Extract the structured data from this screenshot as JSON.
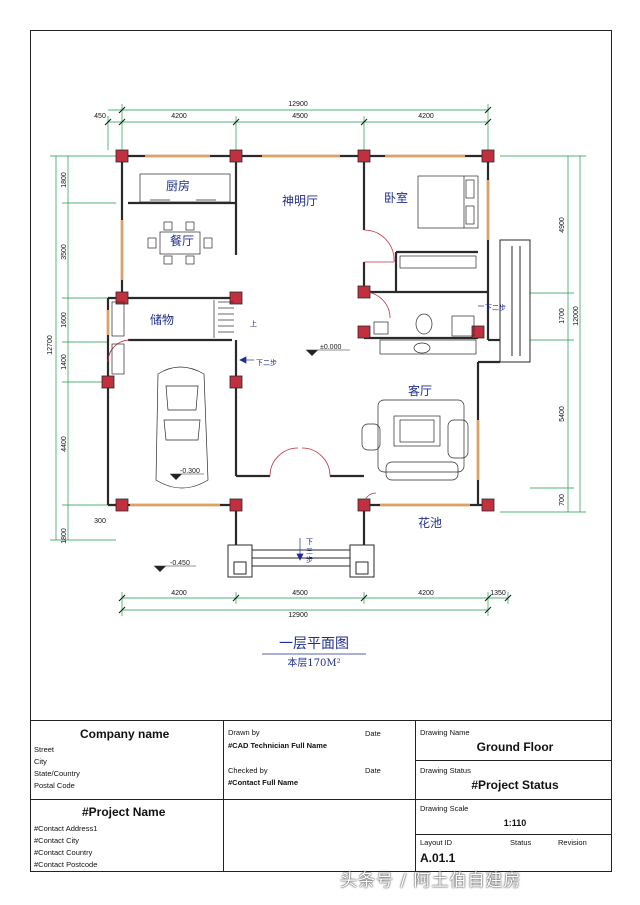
{
  "plan": {
    "dims_top": {
      "total": "12900",
      "left_offset": "450",
      "segments": [
        "4200",
        "4500",
        "4200"
      ]
    },
    "dims_bottom": {
      "segments": [
        "4200",
        "4500",
        "4200"
      ],
      "right_offset": "1350",
      "total": "12900"
    },
    "dims_left": {
      "total": "12700",
      "segments": [
        "1800",
        "3500",
        "1600",
        "1400",
        "4400",
        "1800"
      ],
      "offset": "300"
    },
    "dims_right": {
      "total": "12000",
      "segments": [
        "4900",
        "1700",
        "5400",
        "700"
      ]
    },
    "rooms": {
      "kitchen": "厨房",
      "dining": "餐厅",
      "shrine_hall": "神明厅",
      "bedroom": "卧室",
      "storage": "储物",
      "living": "客厅",
      "flower_bed": "花池"
    },
    "notes": {
      "up": "上",
      "down_two_steps_a": "下二步",
      "down_two_steps_b": "下二步",
      "down_three_steps_1": "下",
      "down_three_steps_2": "三",
      "down_three_steps_3": "步"
    },
    "elevations": {
      "main": "±0.000",
      "garage": "-0.300",
      "outside": "-0.450"
    },
    "title": "一层平面图",
    "area": "本层170M²"
  },
  "title_block": {
    "company_name": "Company name",
    "company_address": [
      "Street",
      "City",
      "State/Country",
      "Postal Code"
    ],
    "drawn_by_label": "Drawn by",
    "drawn_by_value": "#CAD Technician Full Name",
    "date_label_1": "Date",
    "checked_by_label": "Checked by",
    "checked_by_value": "#Contact Full Name",
    "date_label_2": "Date",
    "drawing_name_label": "Drawing Name",
    "drawing_name_value": "Ground Floor",
    "drawing_status_label": "Drawing Status",
    "drawing_status_value": "#Project Status",
    "project_name": "#Project Name",
    "contact_lines": [
      "#Contact Address1",
      "#Contact City",
      "#Contact Country",
      "#Contact Postcode"
    ],
    "drawing_scale_label": "Drawing Scale",
    "drawing_scale_value": "1:110",
    "layout_id_label": "Layout ID",
    "status_label": "Status",
    "revision_label": "Revision",
    "layout_id_value": "A.01.1"
  },
  "watermark": "头条号 / 阿土伯自建房",
  "colors": {
    "wall": "#2a2a2a",
    "column": "#c0303f",
    "dimension": "#1a9a4a",
    "label": "#1f2f8f",
    "window": "#e0a060"
  }
}
